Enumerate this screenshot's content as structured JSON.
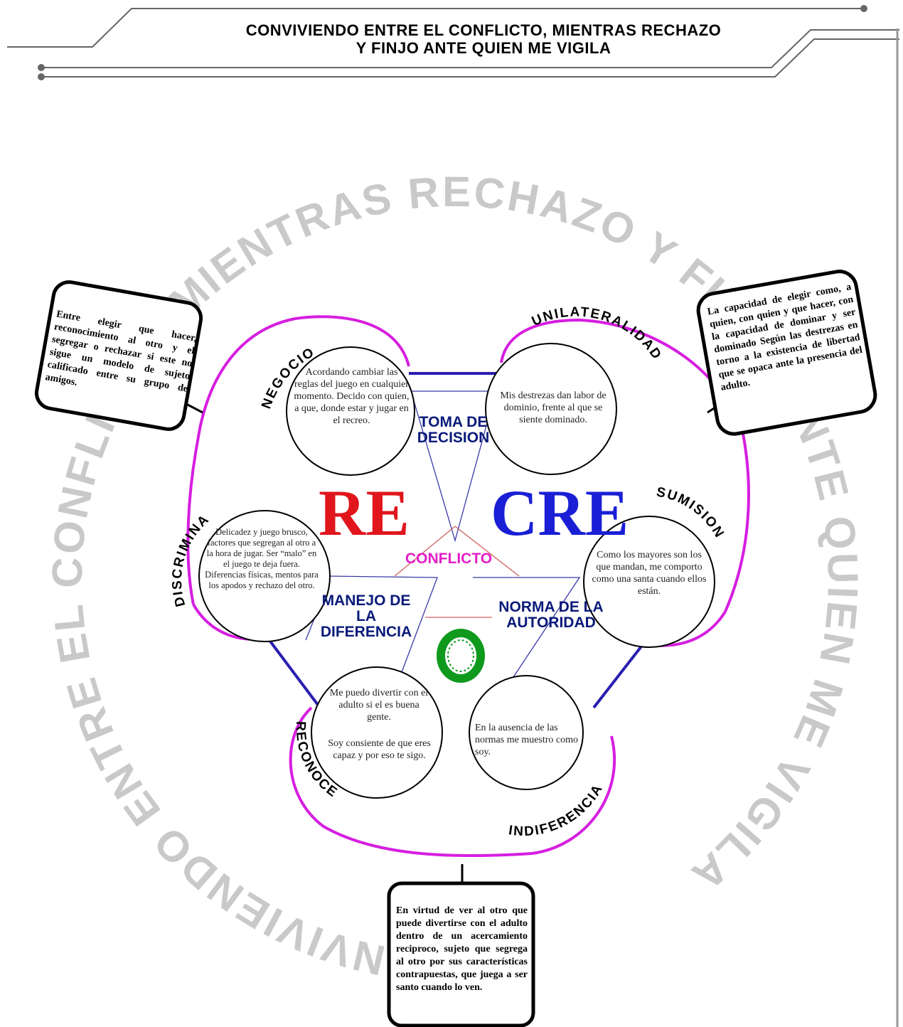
{
  "title": {
    "line1": "CONVIVIENDO ENTRE EL CONFLICTO, MIENTRAS RECHAZO",
    "line2": "Y FINJO ANTE QUIEN ME VIGILA"
  },
  "ring_text": "CONVIVIENDO ENTRE EL CONFLICTO, MIENTRAS RECHAZO Y FINJO ANTE QUIEN ME VIGILA",
  "arc_labels": {
    "negocio": "NEGOCIO",
    "unilateralidad": "UNILATERALIDAD",
    "discrimina": "DISCRIMINA",
    "sumision": "SUMISION",
    "reconoce": "RECONOCE",
    "indiferencia": "INDIFERENCIA"
  },
  "center": {
    "toma": "TOMA DE DECISION",
    "manejo": "MANEJO DE LA DIFERENCIA",
    "norma": "NORMA DE LA AUTORIDAD",
    "conflicto": "CONFLICTO",
    "re": "RE",
    "cre": "CRE",
    "o": "O"
  },
  "circles": {
    "negocio": "Acordando cambiar las reglas del juego en cualquier momento. Decido con quien, a que, donde estar y jugar en el recreo.",
    "unilateral": "Mis destrezas dan labor de dominio, frente al que se siente dominado.",
    "discrimina": "Delicadez y juego brusco, factores que segregan al otro a la hora de jugar. Ser “malo” en el juego te deja fuera. Diferencias físicas, mentos para los apodos y rechazo del otro.",
    "sumision": "Como los mayores son los que mandan, me comporto como una santa cuando ellos están.",
    "reconoce_1": "Me puedo divertir con el adulto si el es buena gente.",
    "reconoce_2": "Soy consiente de que eres capaz y por eso te sigo.",
    "indiferencia": "En la ausencia de las normas me muestro como soy."
  },
  "boxes": {
    "left": "Entre elegir que hacer, reconocimiento al otro y el segregar o rechazar si este no sigue un modelo de sujeto calificado entre su grupo de amigos.",
    "right": "La capacidad de elegir como, a quien, con quien y que hacer, con la capacidad de dominar y ser dominado Según las destrezas en torno a la existencia de libertad que se opaca ante la presencia del adulto.",
    "bottom": "En virtud de ver al otro que puede divertirse con el adulto dentro de un acercamiento reciproco, sujeto que segrega al otro por sus características contrapuestas, que juega a ser santo cuando lo ven."
  },
  "colors": {
    "magenta": "#d61ee0",
    "navy": "#0a1a7a",
    "red": "#e0161c",
    "blue": "#1a1fd6",
    "green": "#0f9a1e",
    "watermark": "#c9c9c9"
  }
}
